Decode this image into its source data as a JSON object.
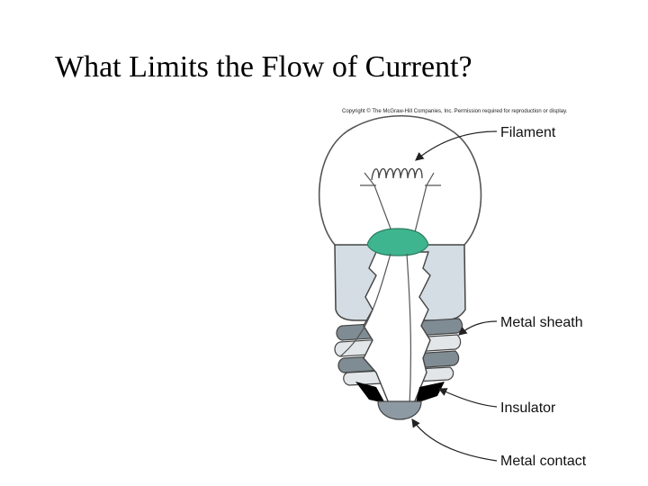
{
  "slide": {
    "title": "What Limits the Flow of Current?"
  },
  "figure": {
    "copyright": "Copyright © The McGraw-Hill Companies, Inc. Permission required for reproduction or display.",
    "labels": {
      "filament": "Filament",
      "metal_sheath": "Metal sheath",
      "insulator": "Insulator",
      "metal_contact": "Metal contact"
    },
    "colors": {
      "glass_outline": "#555555",
      "filament_mount": "#3fb58f",
      "sheath": "#d3dde3",
      "thread_dark": "#7f8c94",
      "thread_light": "#e2e6e8",
      "insulator": "#000000",
      "contact": "#8e9aa3"
    }
  }
}
